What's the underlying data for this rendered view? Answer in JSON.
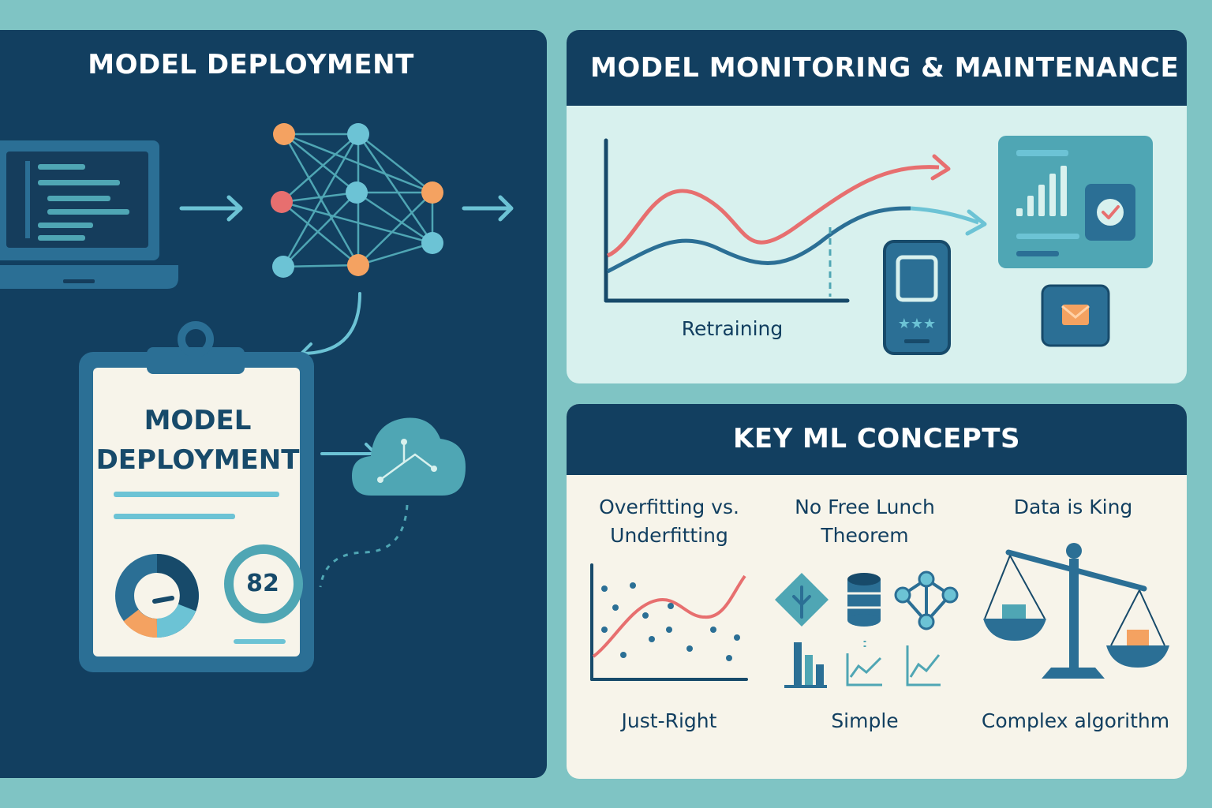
{
  "left": {
    "title": "MODEL DEPLOYMENT",
    "clipboard_title_line1": "MODEL",
    "clipboard_title_line2": "DEPLOYMENT",
    "gauge_value": "82"
  },
  "monitoring": {
    "title": "MODEL MONITORING & MAINTENANCE",
    "retraining_label": "Retraining"
  },
  "concepts": {
    "title": "KEY ML CONCEPTS",
    "items": [
      {
        "heading_line1": "Overfitting vs.",
        "heading_line2": "Underfitting",
        "caption": "Just-Right"
      },
      {
        "heading_line1": "No Free Lunch",
        "heading_line2": "Theorem",
        "caption": "Simple"
      },
      {
        "heading_line1": "Data is King",
        "heading_line2": "",
        "caption": "Complex algorithm"
      }
    ]
  },
  "colors": {
    "navy": "#123f60",
    "teal": "#4fa6b4",
    "light_blue": "#6cc3d5",
    "orange": "#f4a261",
    "coral": "#e76f6f",
    "mint_bg": "#d8f1ee",
    "cream_bg": "#f7f4ea"
  }
}
